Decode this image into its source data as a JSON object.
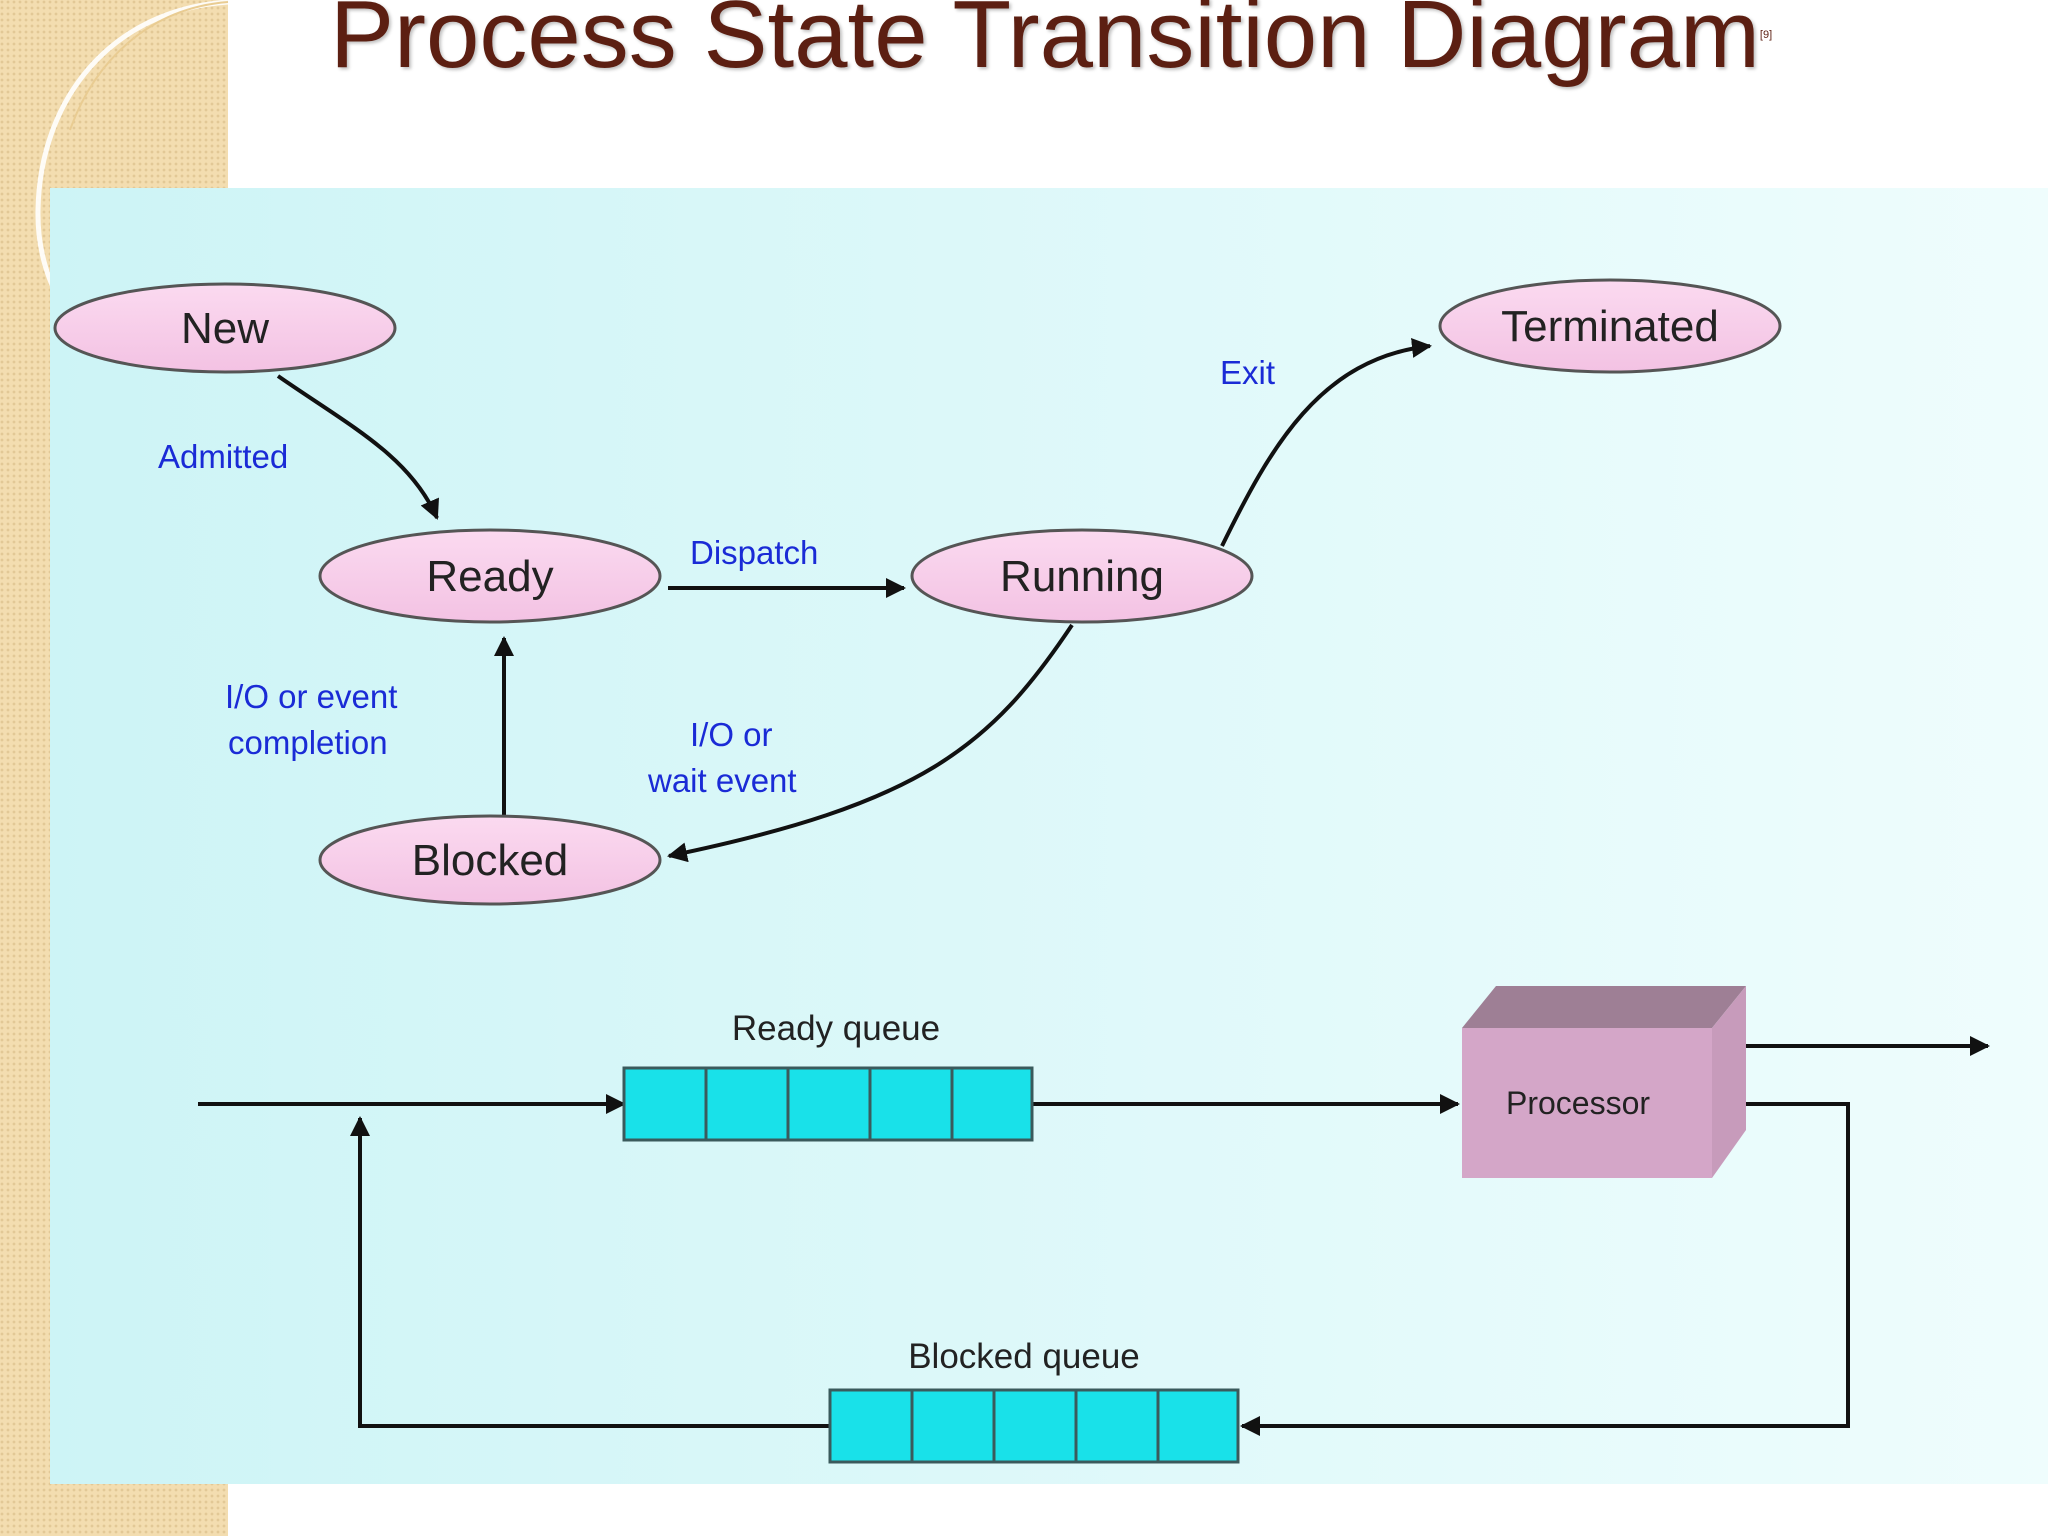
{
  "slide": {
    "title": "Process State Transition Diagram",
    "title_citation": "[9]"
  },
  "states": {
    "new": "New",
    "ready": "Ready",
    "running": "Running",
    "blocked": "Blocked",
    "terminated": "Terminated"
  },
  "transitions": {
    "admitted": "Admitted",
    "dispatch": "Dispatch",
    "exit": "Exit",
    "io_completion_line1": "I/O or event",
    "io_completion_line2": "completion",
    "io_wait_line1": "I/O or",
    "io_wait_line2": "wait event"
  },
  "queue_diagram": {
    "ready_queue_label": "Ready queue",
    "blocked_queue_label": "Blocked queue",
    "processor_label": "Processor",
    "ready_queue_slots": 5,
    "blocked_queue_slots": 5
  },
  "colors": {
    "title": "#5c1f12",
    "state_fill": "#f8cdea",
    "edge_label": "#1a2bd6",
    "queue_fill": "#19e1e9",
    "processor_front": "#d4a6c8",
    "processor_top": "#9e7f95",
    "processor_side": "#c79bbb",
    "panel": "#d6f6f8"
  }
}
